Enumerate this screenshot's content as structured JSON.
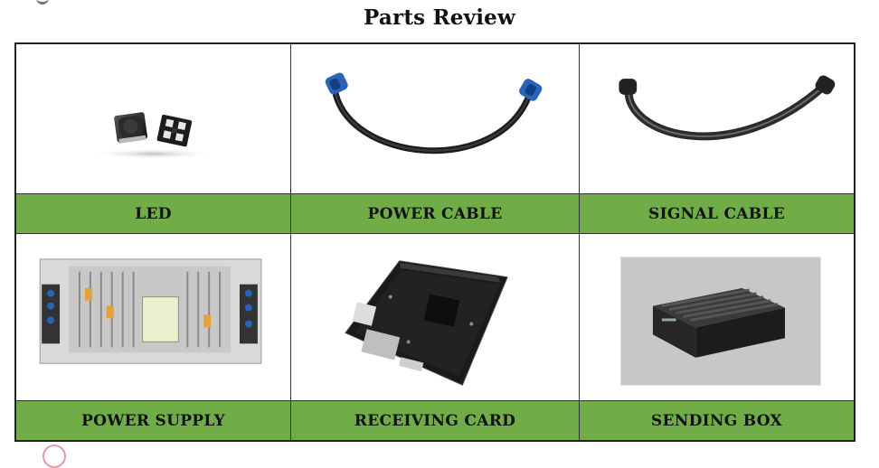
{
  "page": {
    "title": "Parts Review"
  },
  "parts": [
    {
      "label": "LED",
      "icon": "led-chip-image"
    },
    {
      "label": "POWER CABLE",
      "icon": "power-cable-image"
    },
    {
      "label": "SIGNAL CABLE",
      "icon": "signal-cable-image"
    },
    {
      "label": "POWER SUPPLY",
      "icon": "power-supply-image"
    },
    {
      "label": "RECEIVING CARD",
      "icon": "receiving-card-image"
    },
    {
      "label": "SENDING BOX",
      "icon": "sending-box-image"
    }
  ],
  "colors": {
    "label_band": "#70ad47",
    "border": "#222222"
  }
}
